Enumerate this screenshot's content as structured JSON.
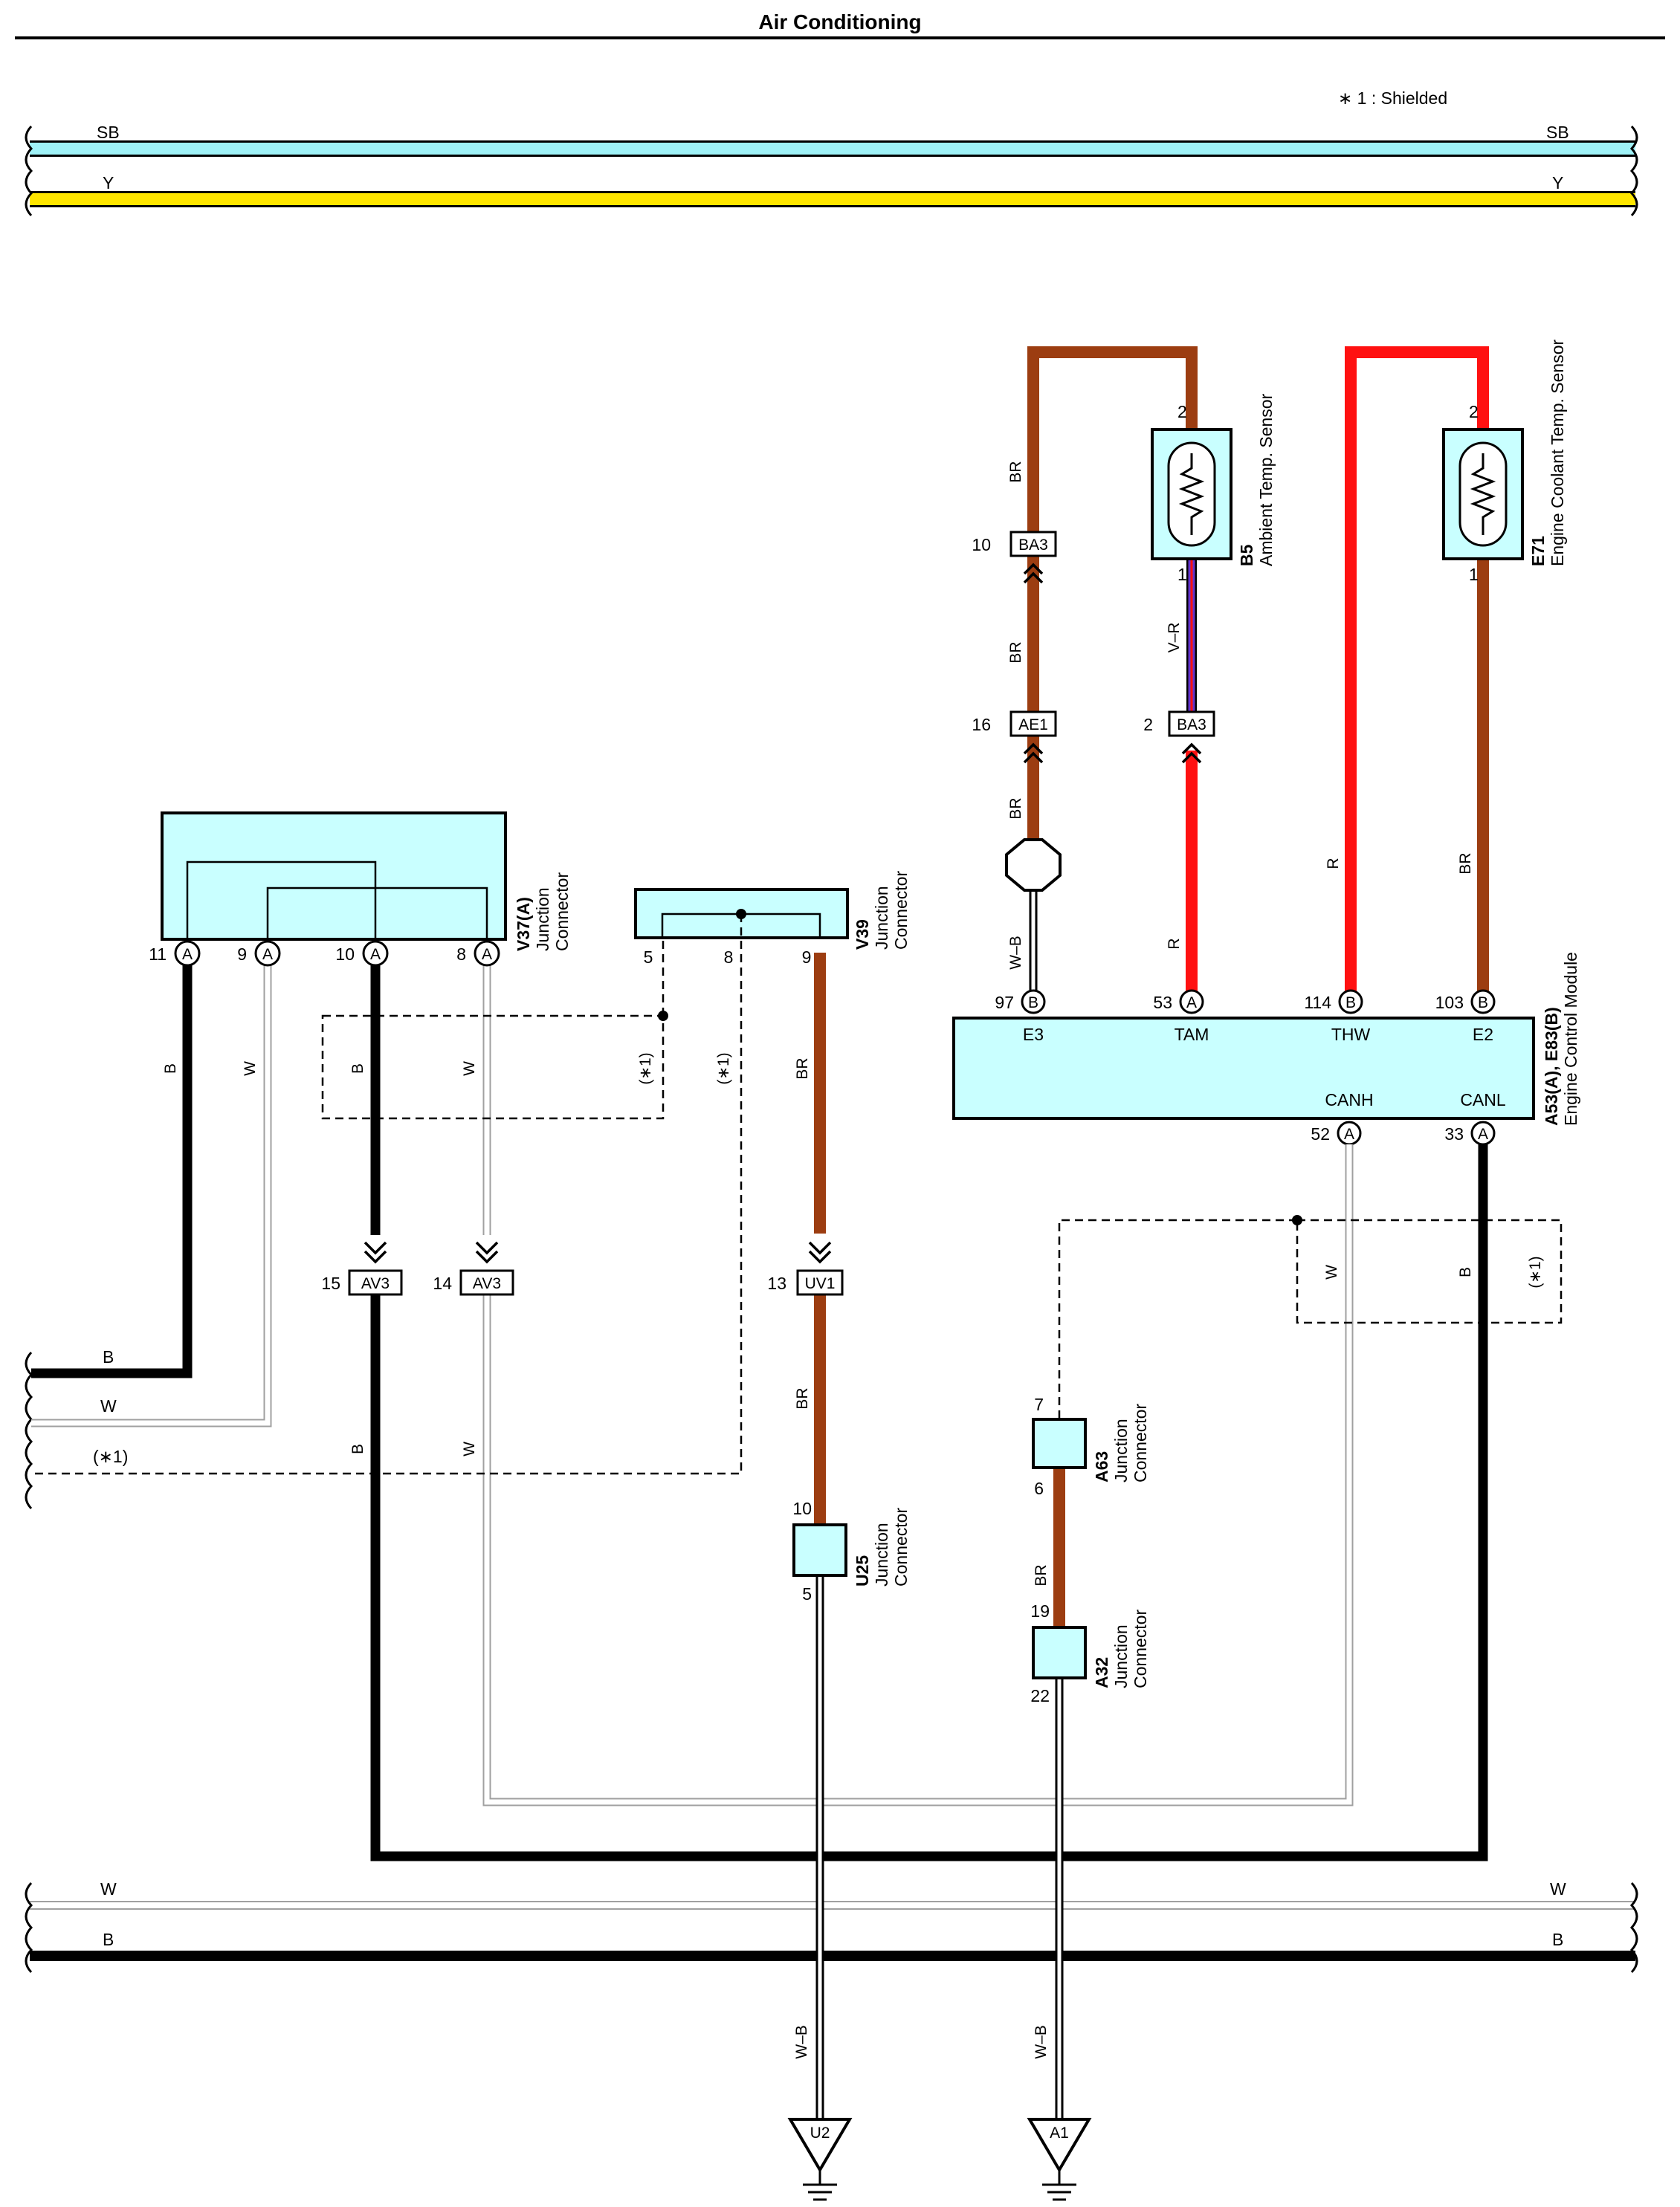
{
  "title": "Air Conditioning",
  "note": "∗ 1 : Shielded",
  "colors": {
    "SB": "#9ff2f7",
    "Y": "#ffe600",
    "BR": "#9c3d11",
    "R": "#ff1111",
    "B": "#000000",
    "W": "#ffffff",
    "V-R": "#6633cc",
    "connector_fill": "#c9ffff"
  },
  "bus_wires": {
    "sb": "SB",
    "y": "Y",
    "w": "W",
    "b": "B"
  },
  "wire_labels": {
    "br1": "BR",
    "br2": "BR",
    "br3": "BR",
    "wb_top": "W–B",
    "vr": "V–R",
    "r_tam": "R",
    "r_thw": "R",
    "br_e2": "BR",
    "b_11": "B",
    "w_9": "W",
    "b_10": "B",
    "w_8": "W",
    "br_v39": "BR",
    "br_uv1": "BR",
    "br_a63": "BR",
    "w_canh": "W",
    "b_canl": "B",
    "b_left": "B",
    "w_left": "W",
    "shield_left": "(∗1)",
    "b_av3": "B",
    "w_av3": "W",
    "wb_u2": "W–B",
    "wb_a1": "W–B",
    "shield_v37": "(∗1)",
    "shield_v39": "(∗1)",
    "shield_ecm": "(∗1)"
  },
  "components": {
    "b5": {
      "id": "B5",
      "name": "Ambient Temp. Sensor",
      "pin_top": "2",
      "pin_bottom": "1"
    },
    "e71": {
      "id": "E71",
      "name": "Engine Coolant Temp. Sensor",
      "pin_top": "2",
      "pin_bottom": "1"
    },
    "ecm": {
      "id": "A53(A), E83(B)",
      "name": "Engine Control Module",
      "terminals": [
        "E3",
        "TAM",
        "THW",
        "E2",
        "CANH",
        "CANL"
      ],
      "pins": [
        "97",
        "53",
        "114",
        "103",
        "52",
        "33"
      ],
      "pin_letters": [
        "B",
        "A",
        "B",
        "B",
        "A",
        "A"
      ]
    },
    "v37": {
      "id": "V37(A)",
      "name_l1": "Junction",
      "name_l2": "Connector",
      "pins": [
        "11",
        "9",
        "10",
        "8"
      ],
      "pin_letters": [
        "A",
        "A",
        "A",
        "A"
      ]
    },
    "v39": {
      "id": "V39",
      "name_l1": "Junction",
      "name_l2": "Connector",
      "pins": [
        "5",
        "8",
        "9"
      ]
    },
    "u25": {
      "id": "U25",
      "name_l1": "Junction",
      "name_l2": "Connector",
      "pin_top": "10",
      "pin_bottom": "5"
    },
    "a63": {
      "id": "A63",
      "name_l1": "Junction",
      "name_l2": "Connector",
      "pin_top": "7",
      "pin_bottom": "6"
    },
    "a32": {
      "id": "A32",
      "name_l1": "Junction",
      "name_l2": "Connector",
      "pin_top": "19",
      "pin_bottom": "22"
    }
  },
  "inline_connectors": {
    "ba3_top": {
      "label": "BA3",
      "pin": "10"
    },
    "ae1": {
      "label": "AE1",
      "pin": "16"
    },
    "ba3_mid": {
      "label": "BA3",
      "pin": "2"
    },
    "av3_15": {
      "label": "AV3",
      "pin": "15"
    },
    "av3_14": {
      "label": "AV3",
      "pin": "14"
    },
    "uv1": {
      "label": "UV1",
      "pin": "13"
    }
  },
  "grounds": [
    "U2",
    "A1"
  ]
}
